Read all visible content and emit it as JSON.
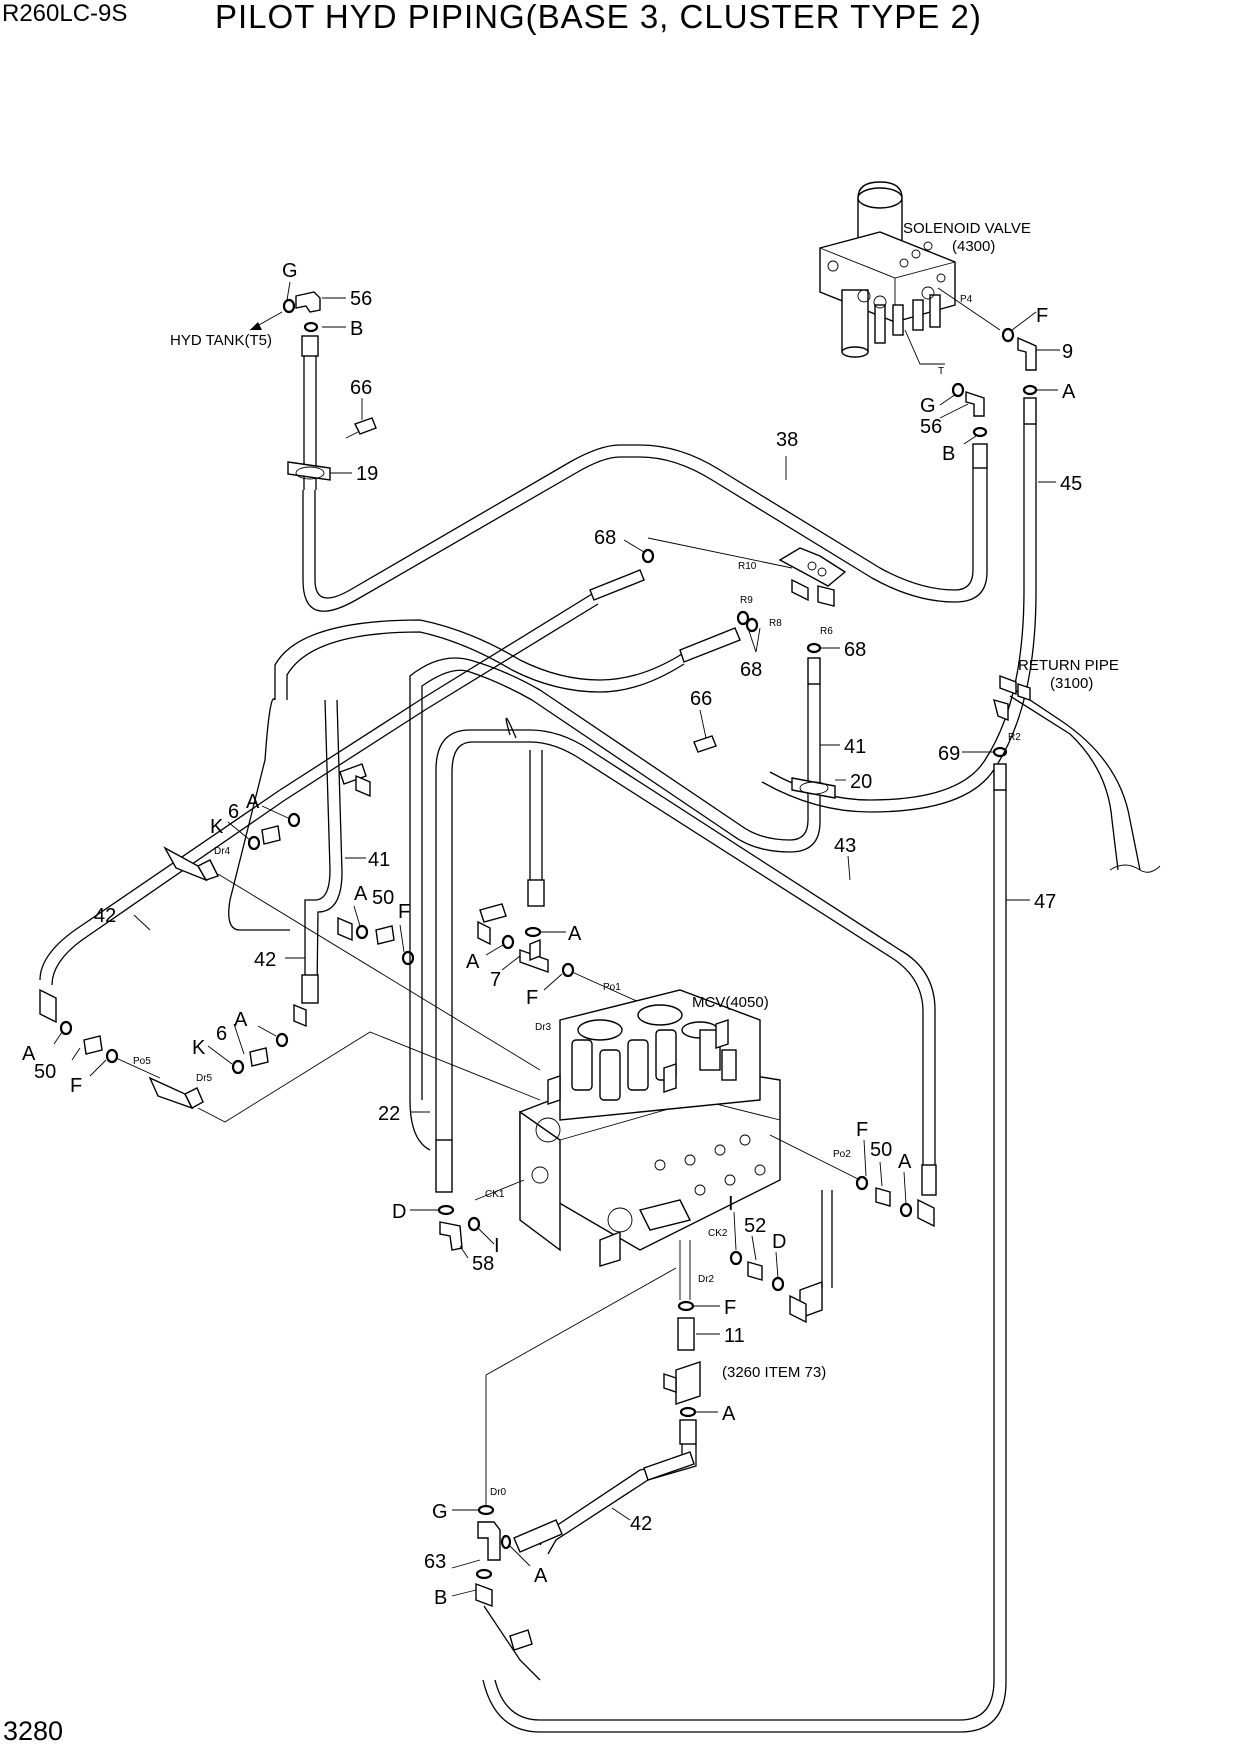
{
  "header": {
    "model": "R260LC-9S",
    "title": "PILOT HYD PIPING(BASE 3, CLUSTER TYPE 2)"
  },
  "footer": {
    "page_number": "3280"
  },
  "notes": {
    "solenoid_valve": "SOLENOID VALVE",
    "solenoid_ref": "(4300)",
    "hyd_tank": "HYD TANK(T5)",
    "return_pipe": "RETURN PIPE",
    "return_ref": "(3100)",
    "mcv": "MCV(4050)",
    "ref_3260": "(3260 ITEM 73)"
  },
  "ports": {
    "p4": "P4",
    "t": "T",
    "r10": "R10",
    "r9": "R9",
    "r8": "R8",
    "r6": "R6",
    "r2": "R2",
    "dr4": "Dr4",
    "dr3": "Dr3",
    "dr5": "Dr5",
    "dr2": "Dr2",
    "dr0": "Dr0",
    "po1": "Po1",
    "po2": "Po2",
    "po5": "Po5",
    "ck1": "CK1",
    "ck2": "CK2"
  },
  "callouts": {
    "g_tank": "G",
    "n56_tank": "56",
    "b_tank": "B",
    "n66_top": "66",
    "n19": "19",
    "f_sol": "F",
    "n9": "9",
    "a_sol": "A",
    "g_sol": "G",
    "n56_sol": "56",
    "b_sol": "B",
    "n38": "38",
    "n45": "45",
    "n68_a": "68",
    "n68_b": "68",
    "n68_c": "68",
    "n66_mid": "66",
    "n41_r": "41",
    "n20": "20",
    "n69": "69",
    "n6_l": "6",
    "a_l": "A",
    "k_l": "K",
    "n41_l": "41",
    "n43": "43",
    "n47": "47",
    "n42_a": "42",
    "a_50": "A",
    "n50_m": "50",
    "f_m": "F",
    "a_7": "A",
    "a_7b": "A",
    "n7": "7",
    "f_7": "F",
    "n42_b": "42",
    "a_bl": "A",
    "n50_bl": "50",
    "f_bl": "F",
    "k_bl": "K",
    "n6_bl": "6",
    "a_bl2": "A",
    "n22": "22",
    "f_r": "F",
    "n50_r": "50",
    "a_r": "A",
    "d_l": "D",
    "i_l": "I",
    "n58": "58",
    "i_c": "I",
    "n52": "52",
    "d_c": "D",
    "f_11": "F",
    "n11": "11",
    "a_11": "A",
    "n42_c": "42",
    "g_b": "G",
    "n63": "63",
    "a_b": "A",
    "b_b": "B"
  }
}
